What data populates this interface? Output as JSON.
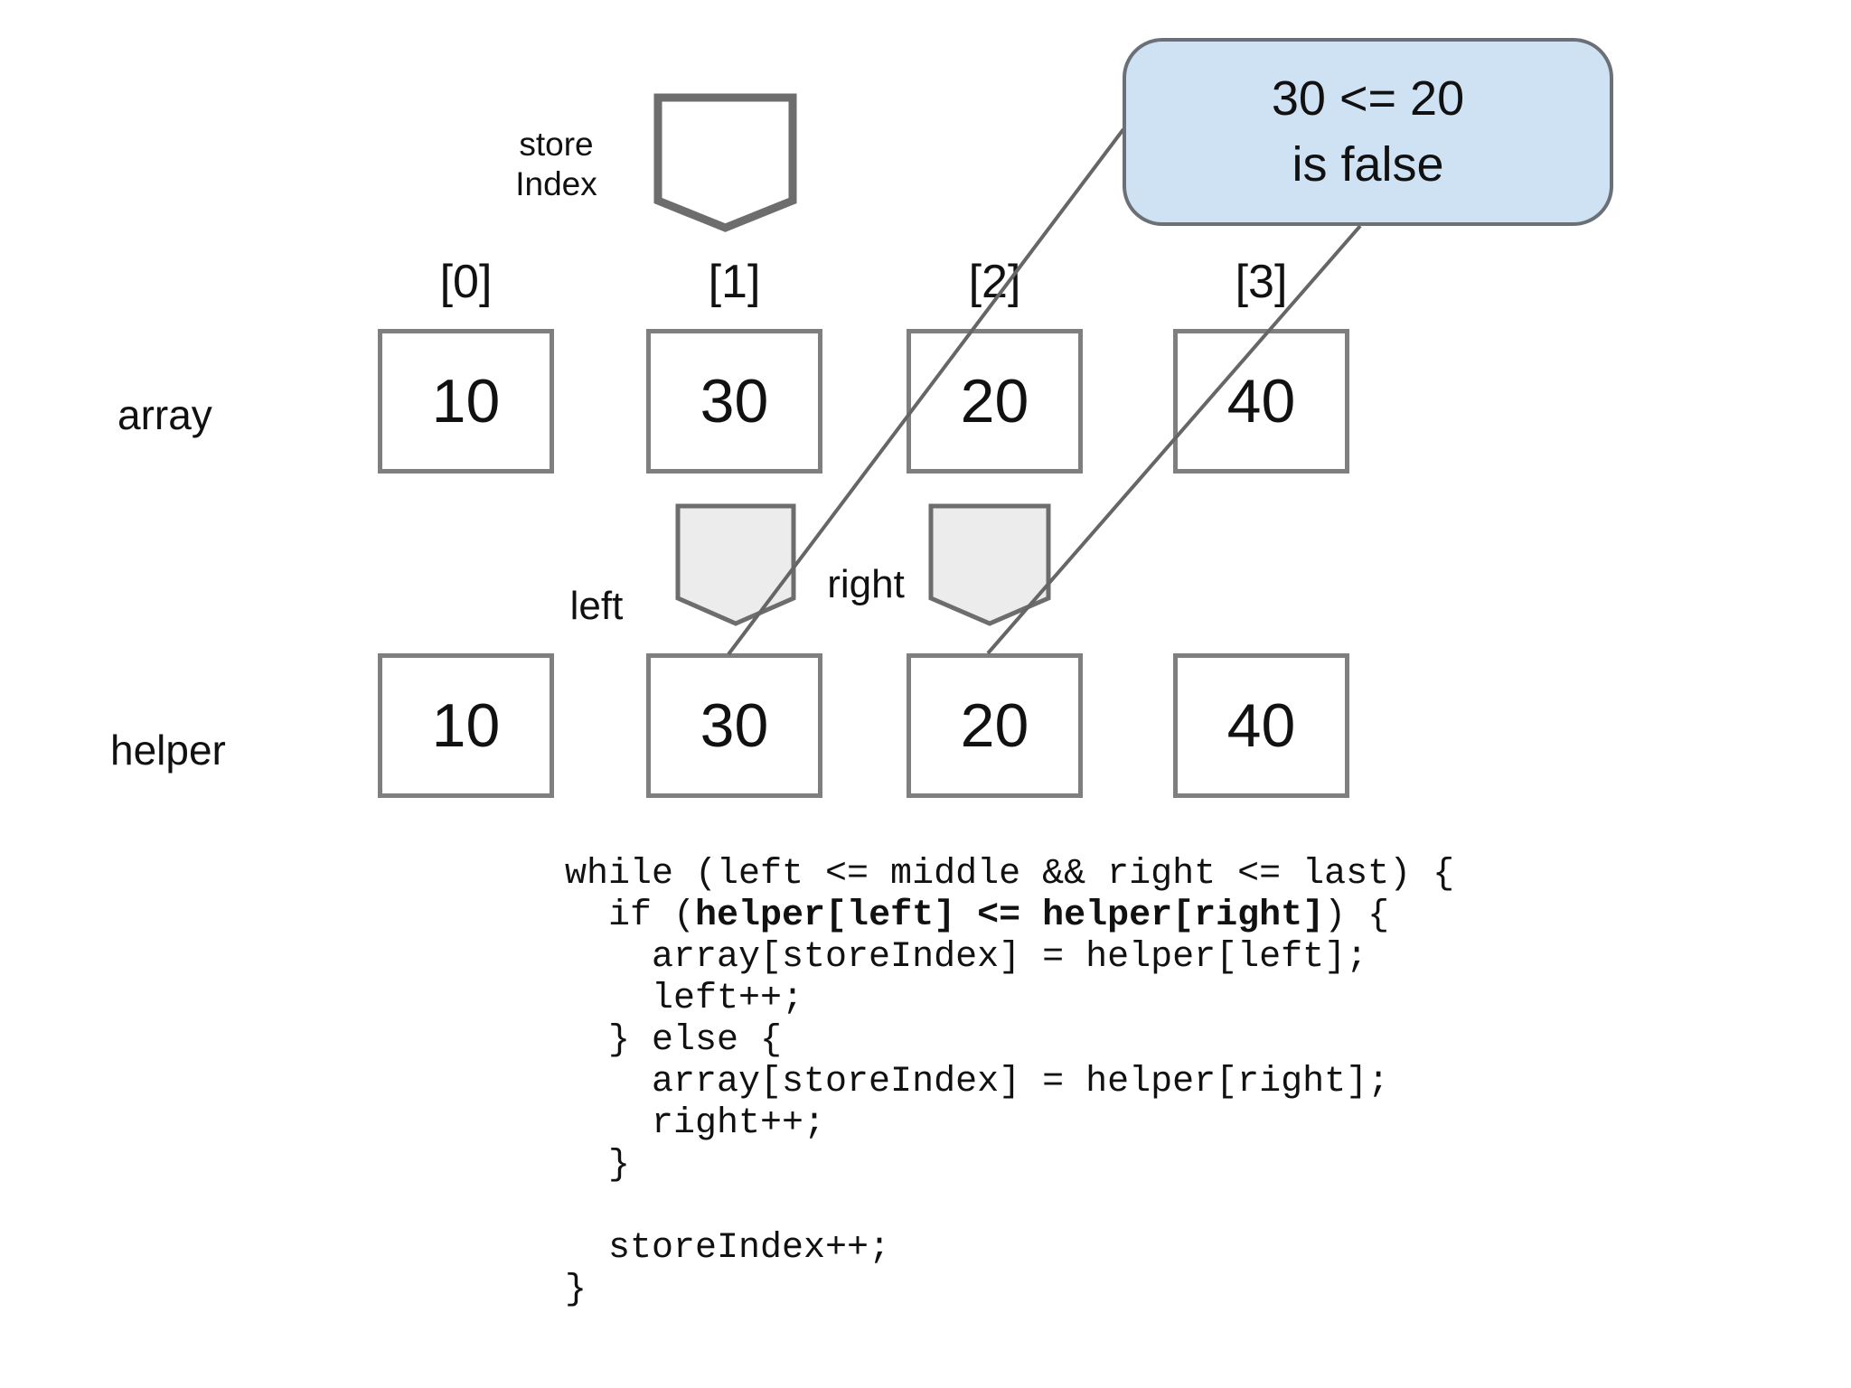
{
  "labels": {
    "store_index_line1": "store",
    "store_index_line2": "Index",
    "array_row": "array",
    "helper_row": "helper",
    "left_pointer": "left",
    "right_pointer": "right"
  },
  "indices": [
    "[0]",
    "[1]",
    "[2]",
    "[3]"
  ],
  "array_values": [
    "10",
    "30",
    "20",
    "40"
  ],
  "helper_values": [
    "10",
    "30",
    "20",
    "40"
  ],
  "callout": {
    "line1": "30 <= 20",
    "line2": "is false"
  },
  "code": {
    "line1": "while (left <= middle && right <= last) {",
    "line2_prefix": "  if (",
    "line2_bold": "helper[left] <= helper[right]",
    "line2_suffix": ") {",
    "line3": "    array[storeIndex] = helper[left];",
    "line4": "    left++;",
    "line5": "  } else {",
    "line6": "    array[storeIndex] = helper[right];",
    "line7": "    right++;",
    "line8": "  }",
    "line9": "",
    "line10": "  storeIndex++;",
    "line11": "}"
  },
  "colors": {
    "background": "#ffffff",
    "text": "#111111",
    "box_border": "#7f7f7f",
    "box_fill": "#ffffff",
    "pointer_border": "#6d6d6d",
    "pointer_fill": "#ececec",
    "store_pointer_fill": "#ffffff",
    "callout_fill": "#cfe2f3",
    "callout_border": "#6b7077",
    "connector": "#666666"
  }
}
